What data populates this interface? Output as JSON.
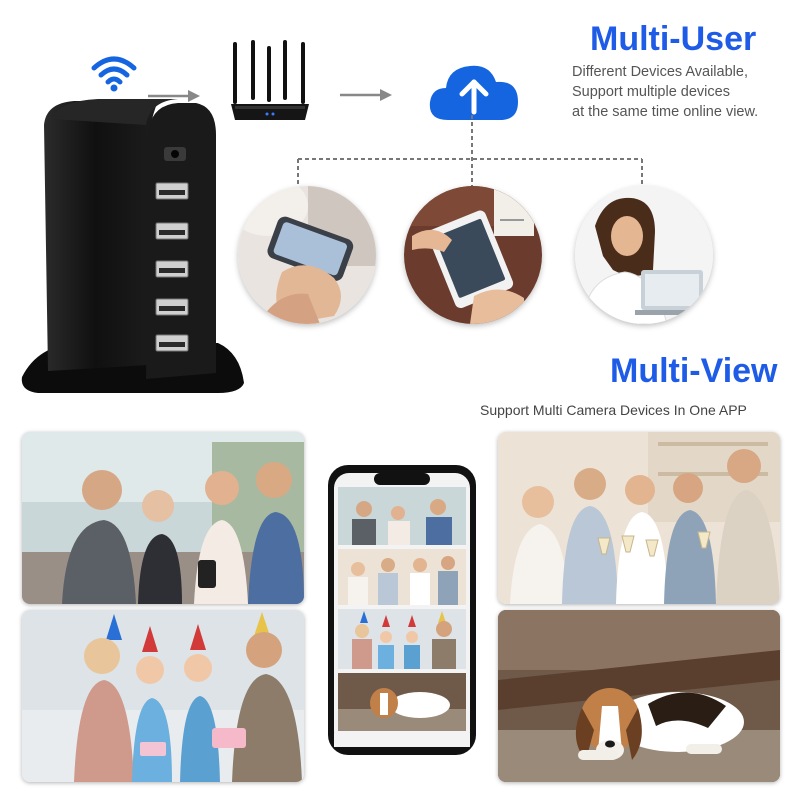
{
  "multi_user": {
    "title": "Multi-User",
    "description_lines": [
      "Different Devices Available,",
      "Support multiple devices",
      "at the same time online view."
    ]
  },
  "multi_view": {
    "title": "Multi-View",
    "description": "Support Multi Camera Devices In One APP"
  },
  "icons": [
    "wifi-icon",
    "arrow-right-icon",
    "router-icon",
    "cloud-upload-icon"
  ],
  "colors": {
    "accent_blue": "#1e5be6",
    "cloud_blue": "#1565e0",
    "device_black": "#141414",
    "connector_gray": "#777777"
  }
}
